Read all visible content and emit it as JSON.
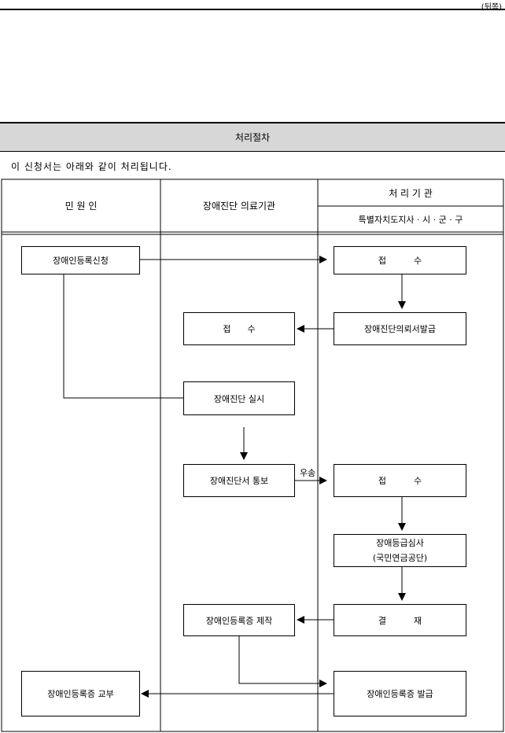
{
  "side_note": "(뒤쪽)",
  "procedure_title": "처리절차",
  "notice": "이 신청서는 아래와 같이 처리됩니다.",
  "columns": {
    "applicant": "민 원 인",
    "medical": "장애진단 의료기관",
    "processing_group": "처 리 기 관",
    "processing_sub": "특별자치도지사 · 시 · 군 · 구"
  },
  "steps": {
    "apply": "장애인등록신청",
    "receive_1": "접          수",
    "request_issue": "장애진단의뢰서발급",
    "med_receive": "접      수",
    "diagnosis": "장애진단 실시",
    "notify": "장애진단서 통보",
    "mail_label": "우송",
    "receive_2": "접          수",
    "review_line1": "장애등급심사",
    "review_line2": "(국민연금공단)",
    "approval": "결          재",
    "card_make": "장애인등록증 제작",
    "card_issue": "장애인등록증 발급",
    "card_deliver": "장애인등록증 교부"
  }
}
